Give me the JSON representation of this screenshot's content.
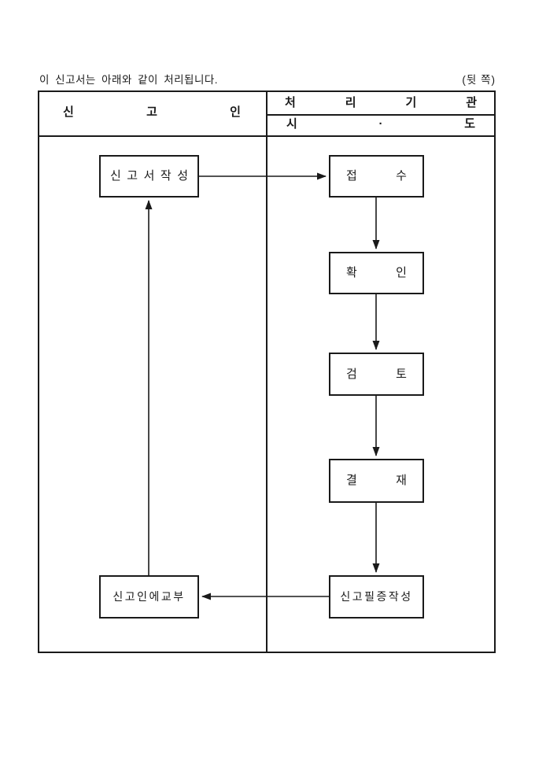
{
  "page": {
    "intro_text": "이 신고서는 아래와 같이 처리됩니다.",
    "back_side_label": "(뒷 쪽)"
  },
  "colors": {
    "ink": "#1a1a1a",
    "background": "#ffffff"
  },
  "table": {
    "applicant_header": "신 고 인",
    "agency_header": "처 리 기 관",
    "agency_subheader": "시 · 도"
  },
  "flow": {
    "nodes": {
      "write": "신 고 서 작 성",
      "receipt": "접 수",
      "confirm": "확 인",
      "review": "검 토",
      "approve": "결 재",
      "certificate": "신고필증작성",
      "issue": "신고인에교부"
    },
    "edges": [
      {
        "from": "write",
        "to": "receipt"
      },
      {
        "from": "receipt",
        "to": "confirm"
      },
      {
        "from": "confirm",
        "to": "review"
      },
      {
        "from": "review",
        "to": "approve"
      },
      {
        "from": "approve",
        "to": "certificate"
      },
      {
        "from": "certificate",
        "to": "issue"
      },
      {
        "from": "issue",
        "to": "write"
      }
    ]
  }
}
